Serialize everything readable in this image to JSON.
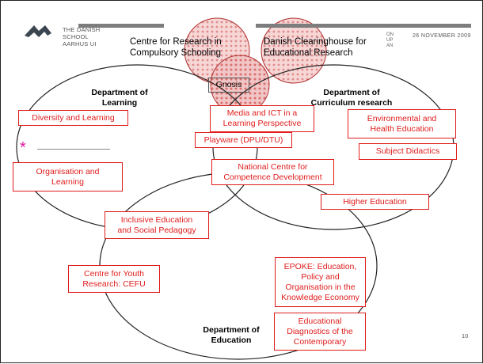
{
  "header": {
    "logo_lines": [
      "THE DANISH",
      "SCHOOL",
      "AARHUS UI"
    ],
    "date": "26 NOVEMBER 2009",
    "cut_lines": [
      "ON",
      "UP",
      "AN"
    ],
    "page_number": "10"
  },
  "top_circles": {
    "left": [
      "Centre for Research in",
      "Compulsory Schooling"
    ],
    "right": [
      "Danish Clearinghouse for",
      "Educational Research"
    ],
    "center": "Gnosis"
  },
  "departments": {
    "learning": [
      "Department of",
      "Learning"
    ],
    "curriculum": [
      "Department of",
      "Curriculum research"
    ],
    "education": [
      "Department of",
      "Education"
    ]
  },
  "boxes": {
    "diversity": [
      "Diversity and Learning"
    ],
    "organisation": [
      "Organisation and",
      "Learning"
    ],
    "media": [
      "Media and ICT in a",
      "Learning Perspective"
    ],
    "playware": [
      "Playware (DPU/DTU)"
    ],
    "national": [
      "National Centre for",
      "Competence Development"
    ],
    "environmental": [
      "Environmental and",
      "Health Education"
    ],
    "subject": [
      "Subject Didactics"
    ],
    "higher": [
      "Higher Education"
    ],
    "inclusive": [
      "Inclusive Education",
      "and Social Pedagogy"
    ],
    "youth": [
      "Centre for Youth",
      "Research: CEFU"
    ],
    "epoke": [
      "EPOKE: Education,",
      "Policy and",
      "Organisation in the",
      "Knowledge Economy"
    ],
    "diagnostics": [
      "Educational",
      "Diagnostics of the",
      "Contemporary"
    ]
  },
  "colors": {
    "box_red": "#e01c1c",
    "asterisk": "#e0169e",
    "circle_pink": "#f2c4c4",
    "bar_gray": "#7d7d7d"
  },
  "icons": {
    "logo": "danish-school-wave-logo",
    "marker": "asterisk"
  }
}
